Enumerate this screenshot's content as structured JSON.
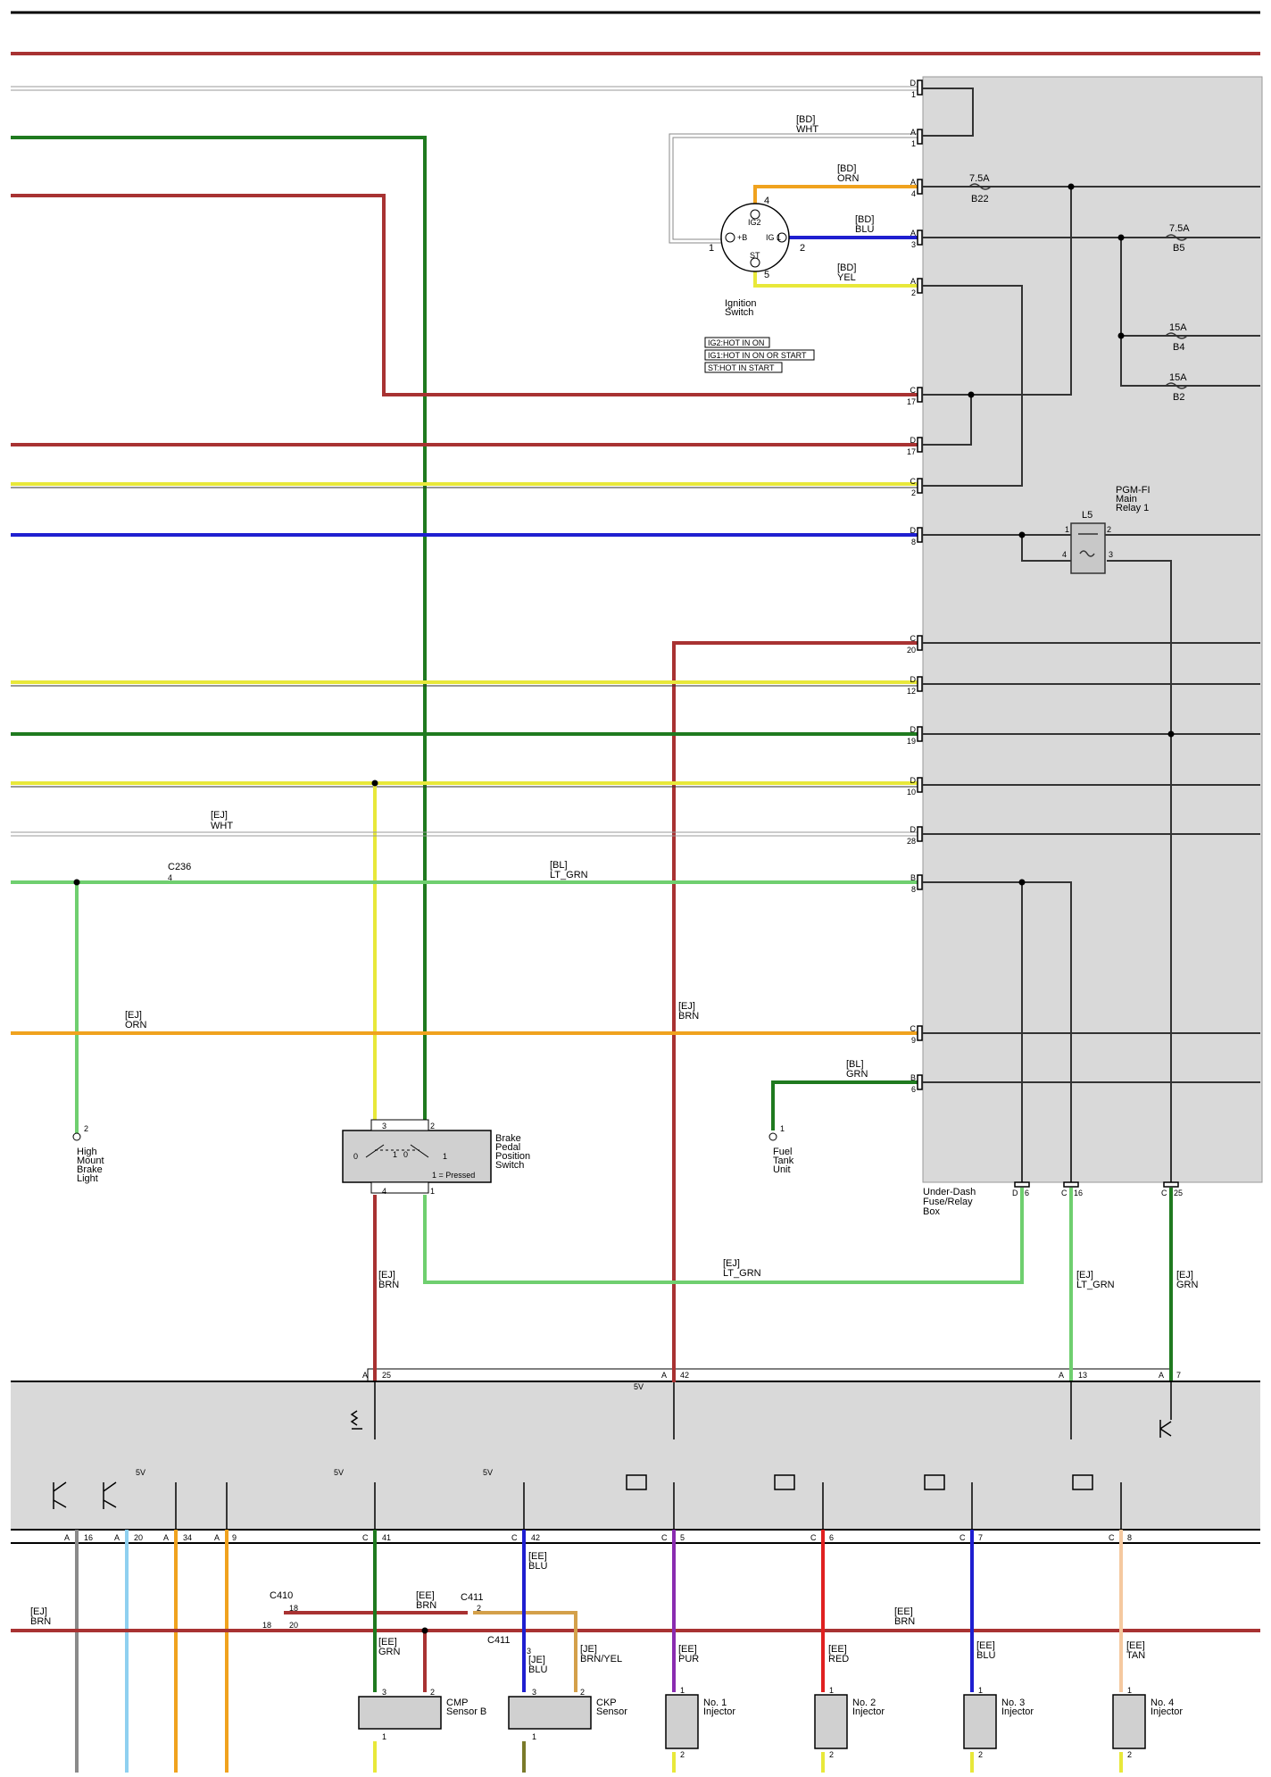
{
  "colors": {
    "RED": "#a83232",
    "GRN": "#1f7a1f",
    "LT_GRN": "#6fcf6f",
    "YEL": "#e8e83a",
    "BLU": "#1f1fd0",
    "ORN": "#f0a21e",
    "WHT": "#cccccc",
    "BRN": "#a83232",
    "PUR": "#8a2cb0",
    "TAN": "#f5c9a0",
    "GRY": "#8a8a8a",
    "SKY": "#8fd0f0",
    "BRN_YEL": "#d4a04a",
    "PINKRED": "#e02020"
  },
  "fuse_box": {
    "name_line1": "Under-Dash",
    "name_line2": "Fuse/Relay",
    "name_line3": "Box",
    "fuses": [
      {
        "amps": "7.5A",
        "id": "B22"
      },
      {
        "amps": "7.5A",
        "id": "B5"
      },
      {
        "amps": "15A",
        "id": "B4"
      },
      {
        "amps": "15A",
        "id": "B2"
      }
    ],
    "relay": {
      "name_line1": "PGM-FI",
      "name_line2": "Main",
      "name_line3": "Relay 1",
      "id": "L5",
      "pins": [
        "1",
        "2",
        "4",
        "3"
      ]
    },
    "terminals": [
      {
        "conn": "D",
        "pin": "1"
      },
      {
        "conn": "A",
        "pin": "1"
      },
      {
        "conn": "A",
        "pin": "4"
      },
      {
        "conn": "A",
        "pin": "3"
      },
      {
        "conn": "A",
        "pin": "2"
      },
      {
        "conn": "C",
        "pin": "17"
      },
      {
        "conn": "D",
        "pin": "17"
      },
      {
        "conn": "C",
        "pin": "2"
      },
      {
        "conn": "D",
        "pin": "8"
      },
      {
        "conn": "C",
        "pin": "20"
      },
      {
        "conn": "D",
        "pin": "12"
      },
      {
        "conn": "D",
        "pin": "19"
      },
      {
        "conn": "D",
        "pin": "10"
      },
      {
        "conn": "D",
        "pin": "28"
      },
      {
        "conn": "B",
        "pin": "8"
      },
      {
        "conn": "C",
        "pin": "9"
      },
      {
        "conn": "B",
        "pin": "6"
      }
    ],
    "bottom_terminals": [
      {
        "conn": "D",
        "pin": "6"
      },
      {
        "conn": "C",
        "pin": "16"
      },
      {
        "conn": "C",
        "pin": "25"
      }
    ]
  },
  "ignition_switch": {
    "name_line1": "Ignition",
    "name_line2": "Switch",
    "legend": [
      "IG2:HOT IN ON",
      "IG1:HOT IN ON OR START",
      "ST:HOT IN START"
    ],
    "pin_labels": {
      "ig2": "IG2",
      "b": "+B",
      "ig1": "IG 1",
      "st": "ST"
    },
    "pins": [
      "4",
      "1",
      "2",
      "5"
    ]
  },
  "wire_labels": [
    {
      "harness": "[BD]",
      "color": "WHT"
    },
    {
      "harness": "[BD]",
      "color": "ORN"
    },
    {
      "harness": "[BD]",
      "color": "BLU"
    },
    {
      "harness": "[BD]",
      "color": "YEL"
    },
    {
      "harness": "[EJ]",
      "color": "WHT"
    },
    {
      "harness": "[BL]",
      "color": "LT_GRN"
    },
    {
      "harness": "[EJ]",
      "color": "ORN"
    },
    {
      "harness": "[EJ]",
      "color": "BRN"
    },
    {
      "harness": "[BL]",
      "color": "GRN"
    },
    {
      "harness": "[EJ]",
      "color": "BRN"
    },
    {
      "harness": "[EJ]",
      "color": "LT_GRN"
    },
    {
      "harness": "[EJ]",
      "color": "LT_GRN"
    },
    {
      "harness": "[EJ]",
      "color": "GRN"
    },
    {
      "harness": "[EE]",
      "color": "BLU"
    },
    {
      "harness": "[EE]",
      "color": "BRN"
    },
    {
      "harness": "[EJ]",
      "color": "BRN"
    },
    {
      "harness": "[EE]",
      "color": "BRN"
    },
    {
      "harness": "[EE]",
      "color": "GRN"
    },
    {
      "harness": "[JE]",
      "color": "BLU"
    },
    {
      "harness": "[JE]",
      "color": "BRN/YEL"
    },
    {
      "harness": "[EE]",
      "color": "PUR"
    },
    {
      "harness": "[EE]",
      "color": "RED"
    },
    {
      "harness": "[EE]",
      "color": "BLU"
    },
    {
      "harness": "[EE]",
      "color": "TAN"
    }
  ],
  "connectors": {
    "c236": {
      "name": "C236",
      "pin": "4"
    },
    "c410": {
      "name": "C410",
      "pin_a": "18",
      "pin_b": "18",
      "pin_c": "20"
    },
    "c411": {
      "name": "C411",
      "pin": "2"
    },
    "c411b": {
      "name": "C411",
      "pin": "3"
    }
  },
  "components": {
    "high_mount": {
      "line1": "High",
      "line2": "Mount",
      "line3": "Brake",
      "line4": "Light",
      "pin": "2"
    },
    "fuel_tank": {
      "line1": "Fuel",
      "line2": "Tank",
      "line3": "Unit",
      "pin": "1"
    },
    "brake_switch": {
      "line1": "Brake",
      "line2": "Pedal",
      "line3": "Position",
      "line4": "Switch",
      "note": "1 = Pressed",
      "pins": [
        "3",
        "2",
        "4",
        "1"
      ],
      "marks": [
        "0",
        "1",
        "0",
        "1"
      ]
    },
    "cmp": {
      "line1": "CMP",
      "line2": "Sensor B",
      "pins": [
        "3",
        "2",
        "1"
      ]
    },
    "ckp": {
      "line1": "CKP",
      "line2": "Sensor",
      "pins": [
        "3",
        "2",
        "1"
      ]
    },
    "injectors": [
      {
        "line1": "No. 1",
        "line2": "Injector"
      },
      {
        "line1": "No. 2",
        "line2": "Injector"
      },
      {
        "line1": "No. 3",
        "line2": "Injector"
      },
      {
        "line1": "No. 4",
        "line2": "Injector"
      }
    ],
    "injector_pins": [
      "1",
      "2"
    ]
  },
  "ecm": {
    "top_terminals": [
      {
        "conn": "A",
        "pin": "25"
      },
      {
        "conn": "A",
        "pin": "42"
      },
      {
        "conn": "A",
        "pin": "13"
      },
      {
        "conn": "A",
        "pin": "7"
      }
    ],
    "bottom_terminals": [
      {
        "conn": "A",
        "pin": "16"
      },
      {
        "conn": "A",
        "pin": "20"
      },
      {
        "conn": "A",
        "pin": "34"
      },
      {
        "conn": "A",
        "pin": "9"
      },
      {
        "conn": "C",
        "pin": "41"
      },
      {
        "conn": "C",
        "pin": "42"
      },
      {
        "conn": "C",
        "pin": "5"
      },
      {
        "conn": "C",
        "pin": "6"
      },
      {
        "conn": "C",
        "pin": "7"
      },
      {
        "conn": "C",
        "pin": "8"
      }
    ],
    "v5": "5V"
  }
}
